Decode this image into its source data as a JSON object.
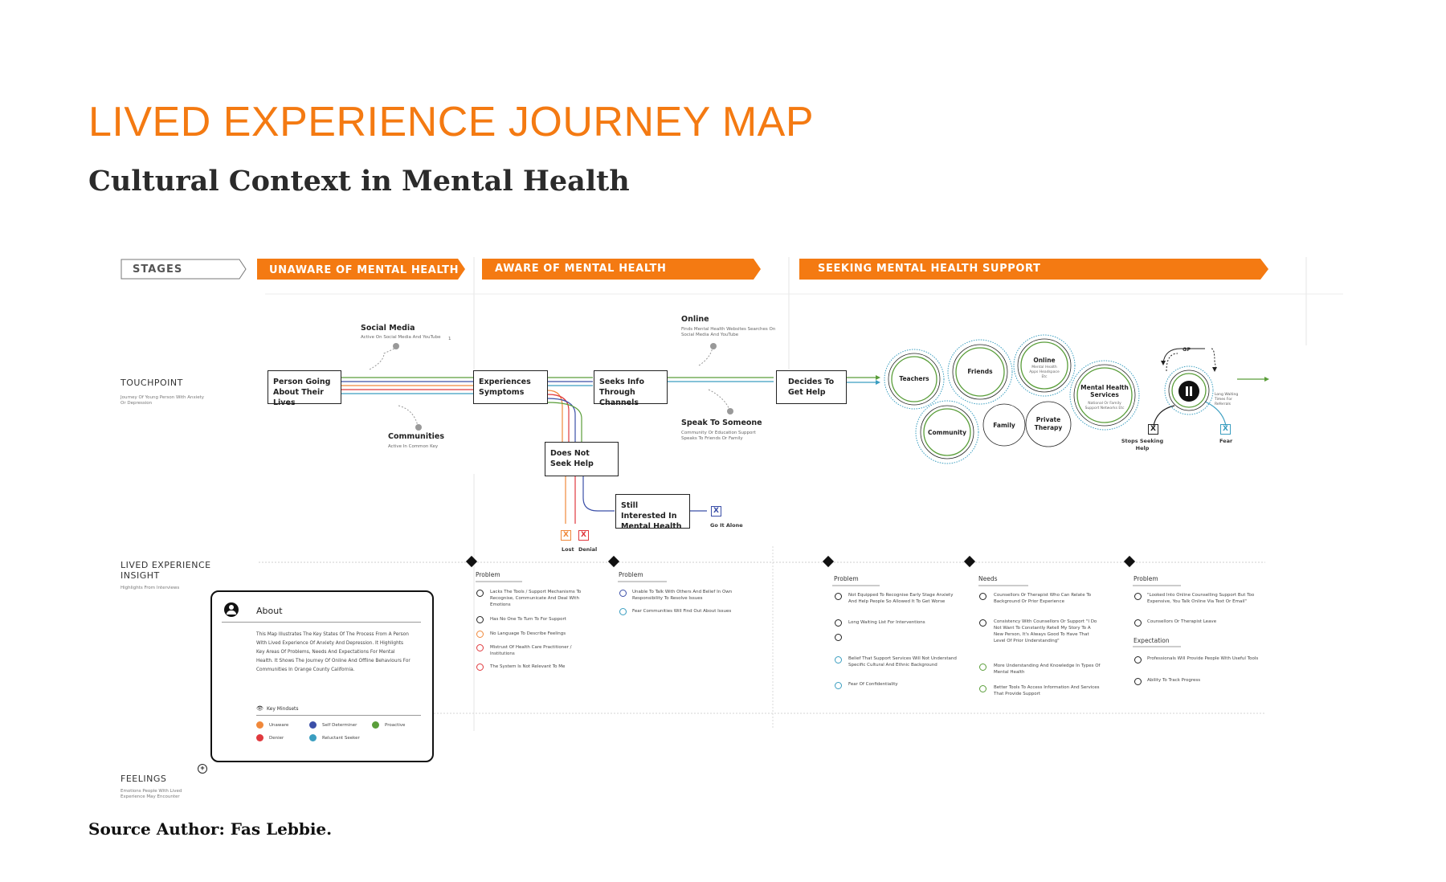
{
  "title": "LIVED EXPERIENCE JOURNEY MAP",
  "subtitle": "Cultural Context in Mental Health",
  "source": "Source Author: Fas Lebbie.",
  "colors": {
    "accent": "#f47a12",
    "orange": "#f0883a",
    "green": "#5a9e3a",
    "blue": "#3b66b0",
    "red": "#e0393e",
    "teal": "#3a9ec0"
  },
  "stages": {
    "label": "STAGES",
    "items": [
      "UNAWARE OF MENTAL HEALTH",
      "AWARE OF MENTAL HEALTH",
      "SEEKING MENTAL HEALTH SUPPORT"
    ]
  },
  "rows": {
    "touchpoint": {
      "label": "TOUCHPOINT",
      "sub": "Journey Of Young Person With Anxiety Or Depression"
    },
    "insight": {
      "label1": "LIVED EXPERIENCE",
      "label2": "INSIGHT",
      "sub": "Highlights From Interviews"
    },
    "feelings": {
      "label": "FEELINGS",
      "sub": "Emotions People With Lived Experience May Encounter"
    }
  },
  "touchpoints": {
    "social_media": {
      "title": "Social Media",
      "sub": "Active On Social Media And YouTube"
    },
    "communities": {
      "title": "Communities",
      "sub": "Active In Common Key"
    },
    "online": {
      "title": "Online",
      "sub": "Finds Mental Health Websites Searches On Social Media And YouTube"
    },
    "speak": {
      "title": "Speak To Someone",
      "sub": "Community Or Education Support Speaks To Friends Or Family"
    },
    "marker": "1"
  },
  "boxes": {
    "person": "Person Going About Their Lives",
    "experiences": "Experiences Symptoms",
    "seeks": "Seeks Info Through Channels",
    "does_not": "Does Not Seek Help",
    "still": "Still Interested In Mental Health",
    "decides": "Decides To Get Help"
  },
  "outcomes": {
    "lost": "Lost",
    "denial": "Denial",
    "go_alone": "Go It Alone",
    "x": "X",
    "stops": "Stops Seeking Help",
    "fear": "Fear",
    "gp": "GP",
    "waiting": "Long Waiting Times For Referrals"
  },
  "circles": {
    "teachers": "Teachers",
    "friends": "Friends",
    "online": "Online",
    "online_sub": "Mental Health Apps Headspace Etc",
    "community": "Community",
    "family": "Family",
    "private": "Private Therapy",
    "mhs": "Mental Health Services",
    "mhs_sub": "National Or Family Support Networks Etc"
  },
  "insight": {
    "col1": {
      "head": "Problem",
      "items": [
        "Lacks The Tools / Support Mechanisms To Recognise, Communicate And Deal With Emotions",
        "Has No One To Turn To For Support",
        "No Language To Describe Feelings",
        "Mistrust Of Health Care Practitioner / Institutions",
        "The System Is Not Relevant To Me"
      ]
    },
    "col2": {
      "head": "Problem",
      "items": [
        "Unable To Talk With Others And Belief In Own Responsibility To Resolve Issues",
        "Fear Communities Will Find Out About Issues"
      ]
    },
    "col3": {
      "head": "Problem",
      "items": [
        "Not Equipped To Recognise Early Stage Anxiety And Help People So Allowed It To Get Worse",
        "Long Waiting List For Interventions",
        "Belief That Support Services Will Not Understand Specific Cultural And Ethnic Background",
        "Fear Of Confidentiality"
      ]
    },
    "col4": {
      "head": "Needs",
      "items": [
        "Counsellors Or Therapist Who Can Relate To Background Or Prior Experience",
        "Consistency With Counsellors Or Support \"I Do Not Want To Constantly Retell My Story To A New Person, It's Always Good To Have That Level Of Prior Understanding\"",
        "More Understanding And Knowledge In Types Of Mental Health",
        "Better Tools To Access Information And Services That Provide Support"
      ]
    },
    "col5": {
      "head": "Problem",
      "items": [
        "\"Looked Into Online Counselling Support But Too Expensive, You Talk Online Via Text Or Email\"",
        "Counsellors Or Therapist Leave"
      ],
      "head2": "Expectation",
      "items2": [
        "Professionals Will Provide People With Useful Tools",
        "Ability To Track Progress"
      ]
    }
  },
  "about": {
    "title": "About",
    "text": "This Map Illustrates The Key States Of The Process From A Person With Lived Experience Of Anxiety And Depression. It Highlights Key Areas Of Problems, Needs And Expectations For Mental Health. It Shows The Journey Of Online And Offline Behaviours For Communities In Orange County California.",
    "mindsets_title": "Key Mindsets",
    "mindsets": [
      {
        "label": "Unaware",
        "color": "#f0883a"
      },
      {
        "label": "Self Determiner",
        "color": "#3b4fa8"
      },
      {
        "label": "Proactive",
        "color": "#5a9e3a"
      },
      {
        "label": "Denier",
        "color": "#e0393e"
      },
      {
        "label": "Reluctant Seeker",
        "color": "#3a9ec0"
      }
    ]
  }
}
